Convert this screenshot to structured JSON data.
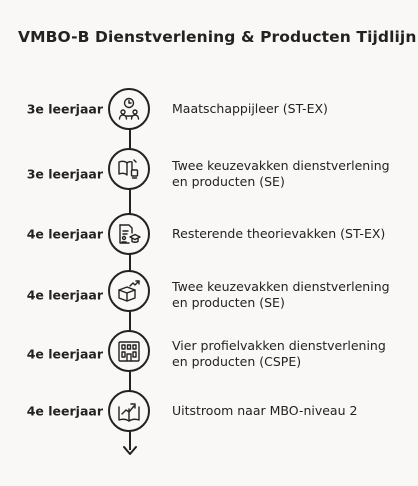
{
  "title": "VMBO-B Dienstverlening & Producten Tijdlijn",
  "steps": [
    {
      "year": "3e leerjaar",
      "text": "Maatschappijleer (ST-EX)",
      "icon": "teacher-clock-icon"
    },
    {
      "year": "3e leerjaar",
      "text": "Twee keuzevakken dienstverlening en producten (SE)",
      "icon": "open-book-icon"
    },
    {
      "year": "4e leerjaar",
      "text": "Resterende theorievakken (ST-EX)",
      "icon": "document-graduation-icon"
    },
    {
      "year": "4e leerjaar",
      "text": "Twee keuzevakken dienstverlening en producten (SE)",
      "icon": "box-chart-icon"
    },
    {
      "year": "4e leerjaar",
      "text": "Vier profielvakken dienstverlening en producten (CSPE)",
      "icon": "building-icon"
    },
    {
      "year": "4e leerjaar",
      "text": "Uitstroom naar MBO-niveau 2",
      "icon": "book-growth-icon"
    }
  ]
}
